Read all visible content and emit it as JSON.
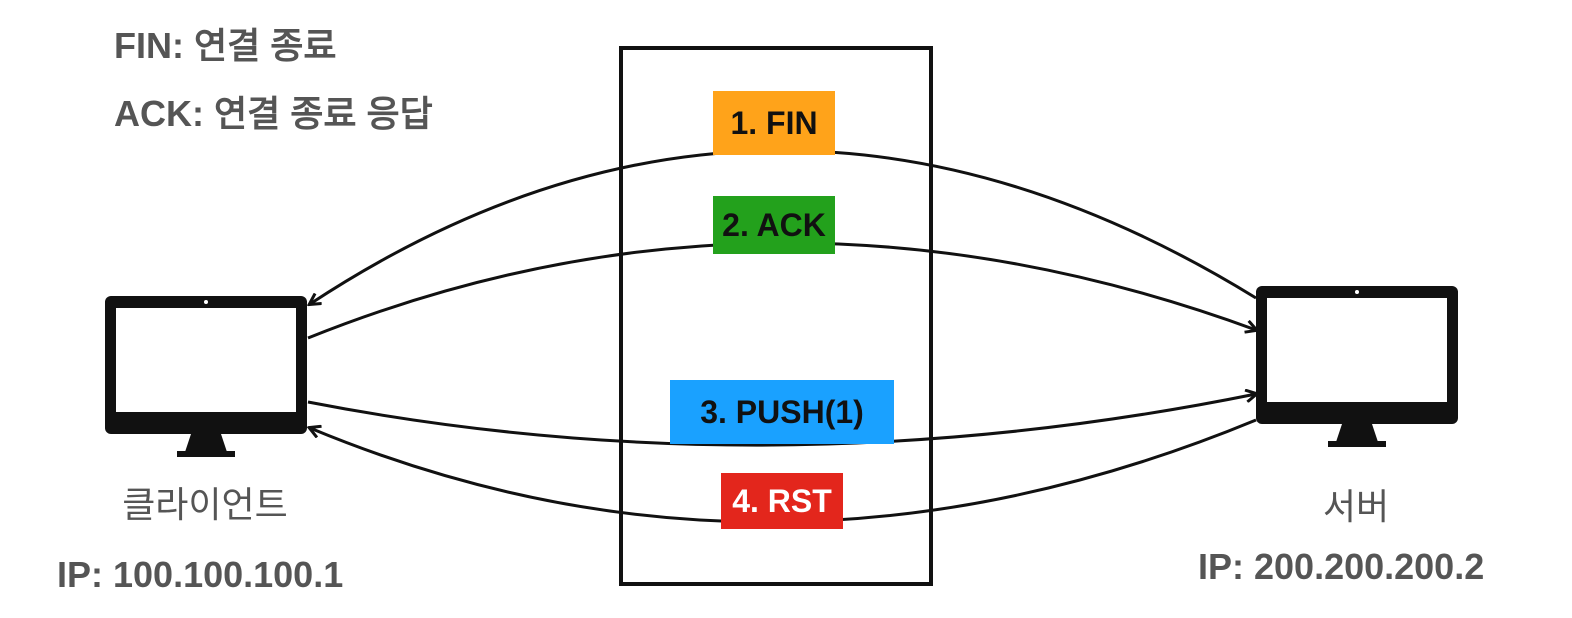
{
  "legend": {
    "fin": "FIN: 연결 종료",
    "ack": "ACK: 연결 종료 응답"
  },
  "client": {
    "name": "클라이언트",
    "ip": "IP: 100.100.100.1"
  },
  "server": {
    "name": "서버",
    "ip": "IP: 200.200.200.2"
  },
  "messages": [
    {
      "label": "1. FIN",
      "color": "#FFA31A",
      "direction": "server-to-client"
    },
    {
      "label": "2. ACK",
      "color": "#23A11C",
      "direction": "client-to-server"
    },
    {
      "label": "3. PUSH(1)",
      "color": "#1AA1FF",
      "direction": "client-to-server"
    },
    {
      "label": "4. RST",
      "color": "#E3261C",
      "direction": "server-to-client"
    }
  ],
  "colors": {
    "text_gray": "#555555",
    "line": "#111111"
  }
}
